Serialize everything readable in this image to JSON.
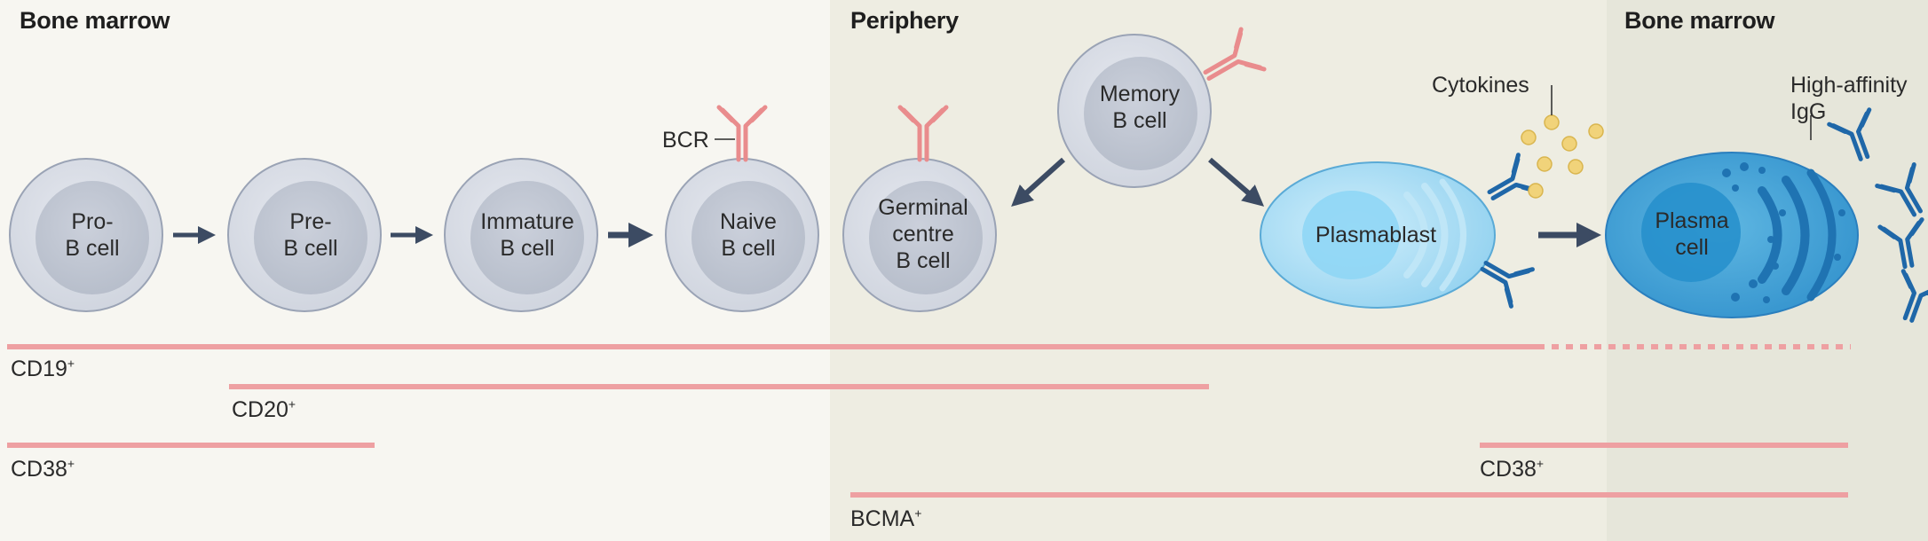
{
  "regions": [
    {
      "title": "Bone marrow"
    },
    {
      "title": "Periphery"
    },
    {
      "title": "Bone marrow"
    }
  ],
  "cells": [
    {
      "line1": "Pro-",
      "line2": "B cell"
    },
    {
      "line1": "Pre-",
      "line2": "B cell"
    },
    {
      "line1": "Immature",
      "line2": "B cell"
    },
    {
      "line1": "Naive",
      "line2": "B cell"
    },
    {
      "line1": "Germinal",
      "line2": "centre",
      "line3": "B cell"
    },
    {
      "line1": "Memory",
      "line2": "B cell"
    },
    {
      "line1": "Plasmablast"
    },
    {
      "line1": "Plasma",
      "line2": "cell"
    }
  ],
  "annotations": {
    "bcr": "BCR",
    "cytokines": "Cytokines",
    "igg_line1": "High-affinity",
    "igg_line2": "IgG"
  },
  "markers": [
    {
      "name": "CD19",
      "sup": "+"
    },
    {
      "name": "CD20",
      "sup": "+"
    },
    {
      "name": "CD38",
      "sup": "+"
    },
    {
      "name": "CD38",
      "sup": "+"
    },
    {
      "name": "BCMA",
      "sup": "+"
    }
  ],
  "colors": {
    "background": "#f7f6f1",
    "periphery_bg": "#eeede2",
    "right_marrow_bg": "#e6e6da",
    "marker_line": "#eea0a2",
    "arrow": "#3c4b63",
    "bcr_antibody": "#e98c8d",
    "igg_antibody": "#1f67a8",
    "cytokine": "#f1d37a"
  }
}
